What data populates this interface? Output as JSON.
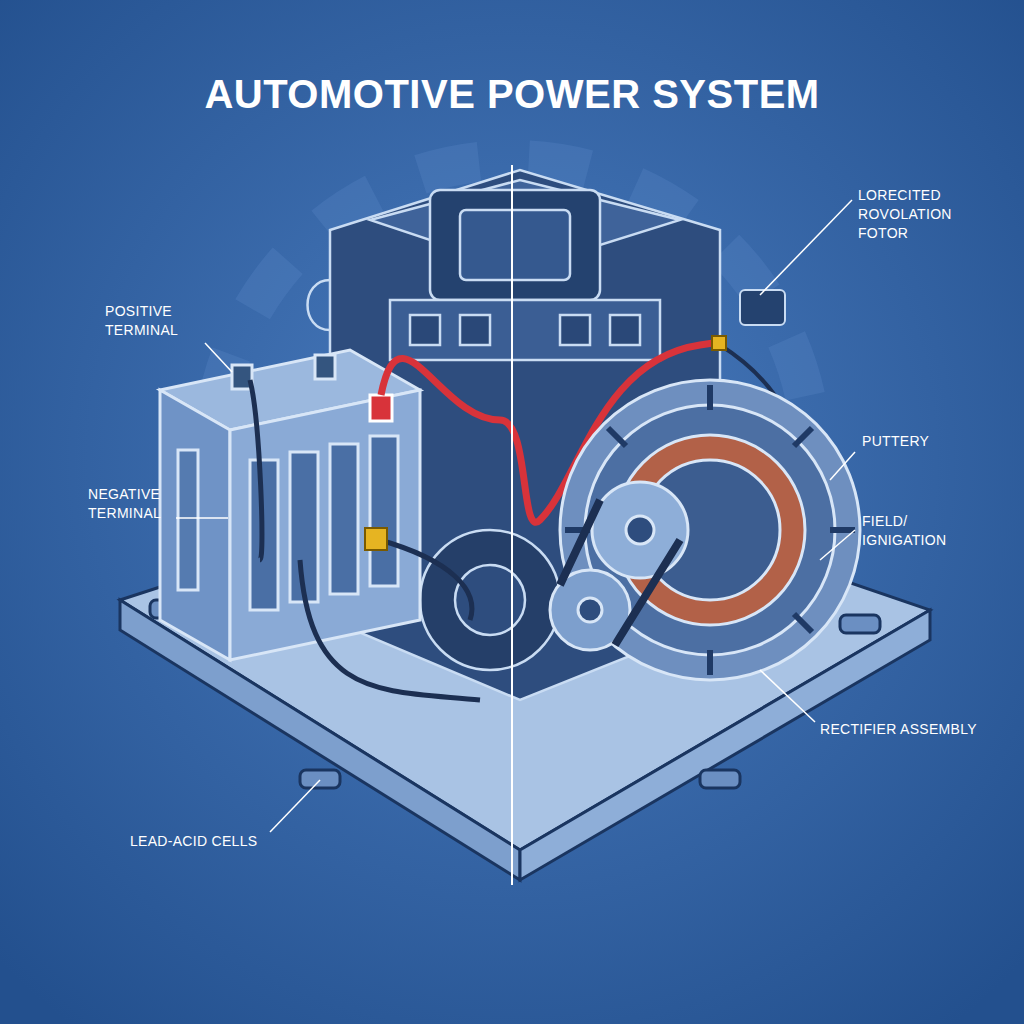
{
  "diagram": {
    "title": "AUTOMOTIVE POWER SYSTEM",
    "labels": [
      "POSITIVE TERMINAL",
      "NEGATIVE TERMINAL",
      "LEAD-ACID CELLS",
      "LORECITED ROVOLATION FOTOR",
      "PUTTERY",
      "FIELD/ IGNIGATION",
      "RECTIFIER ASSEMBLY"
    ]
  }
}
